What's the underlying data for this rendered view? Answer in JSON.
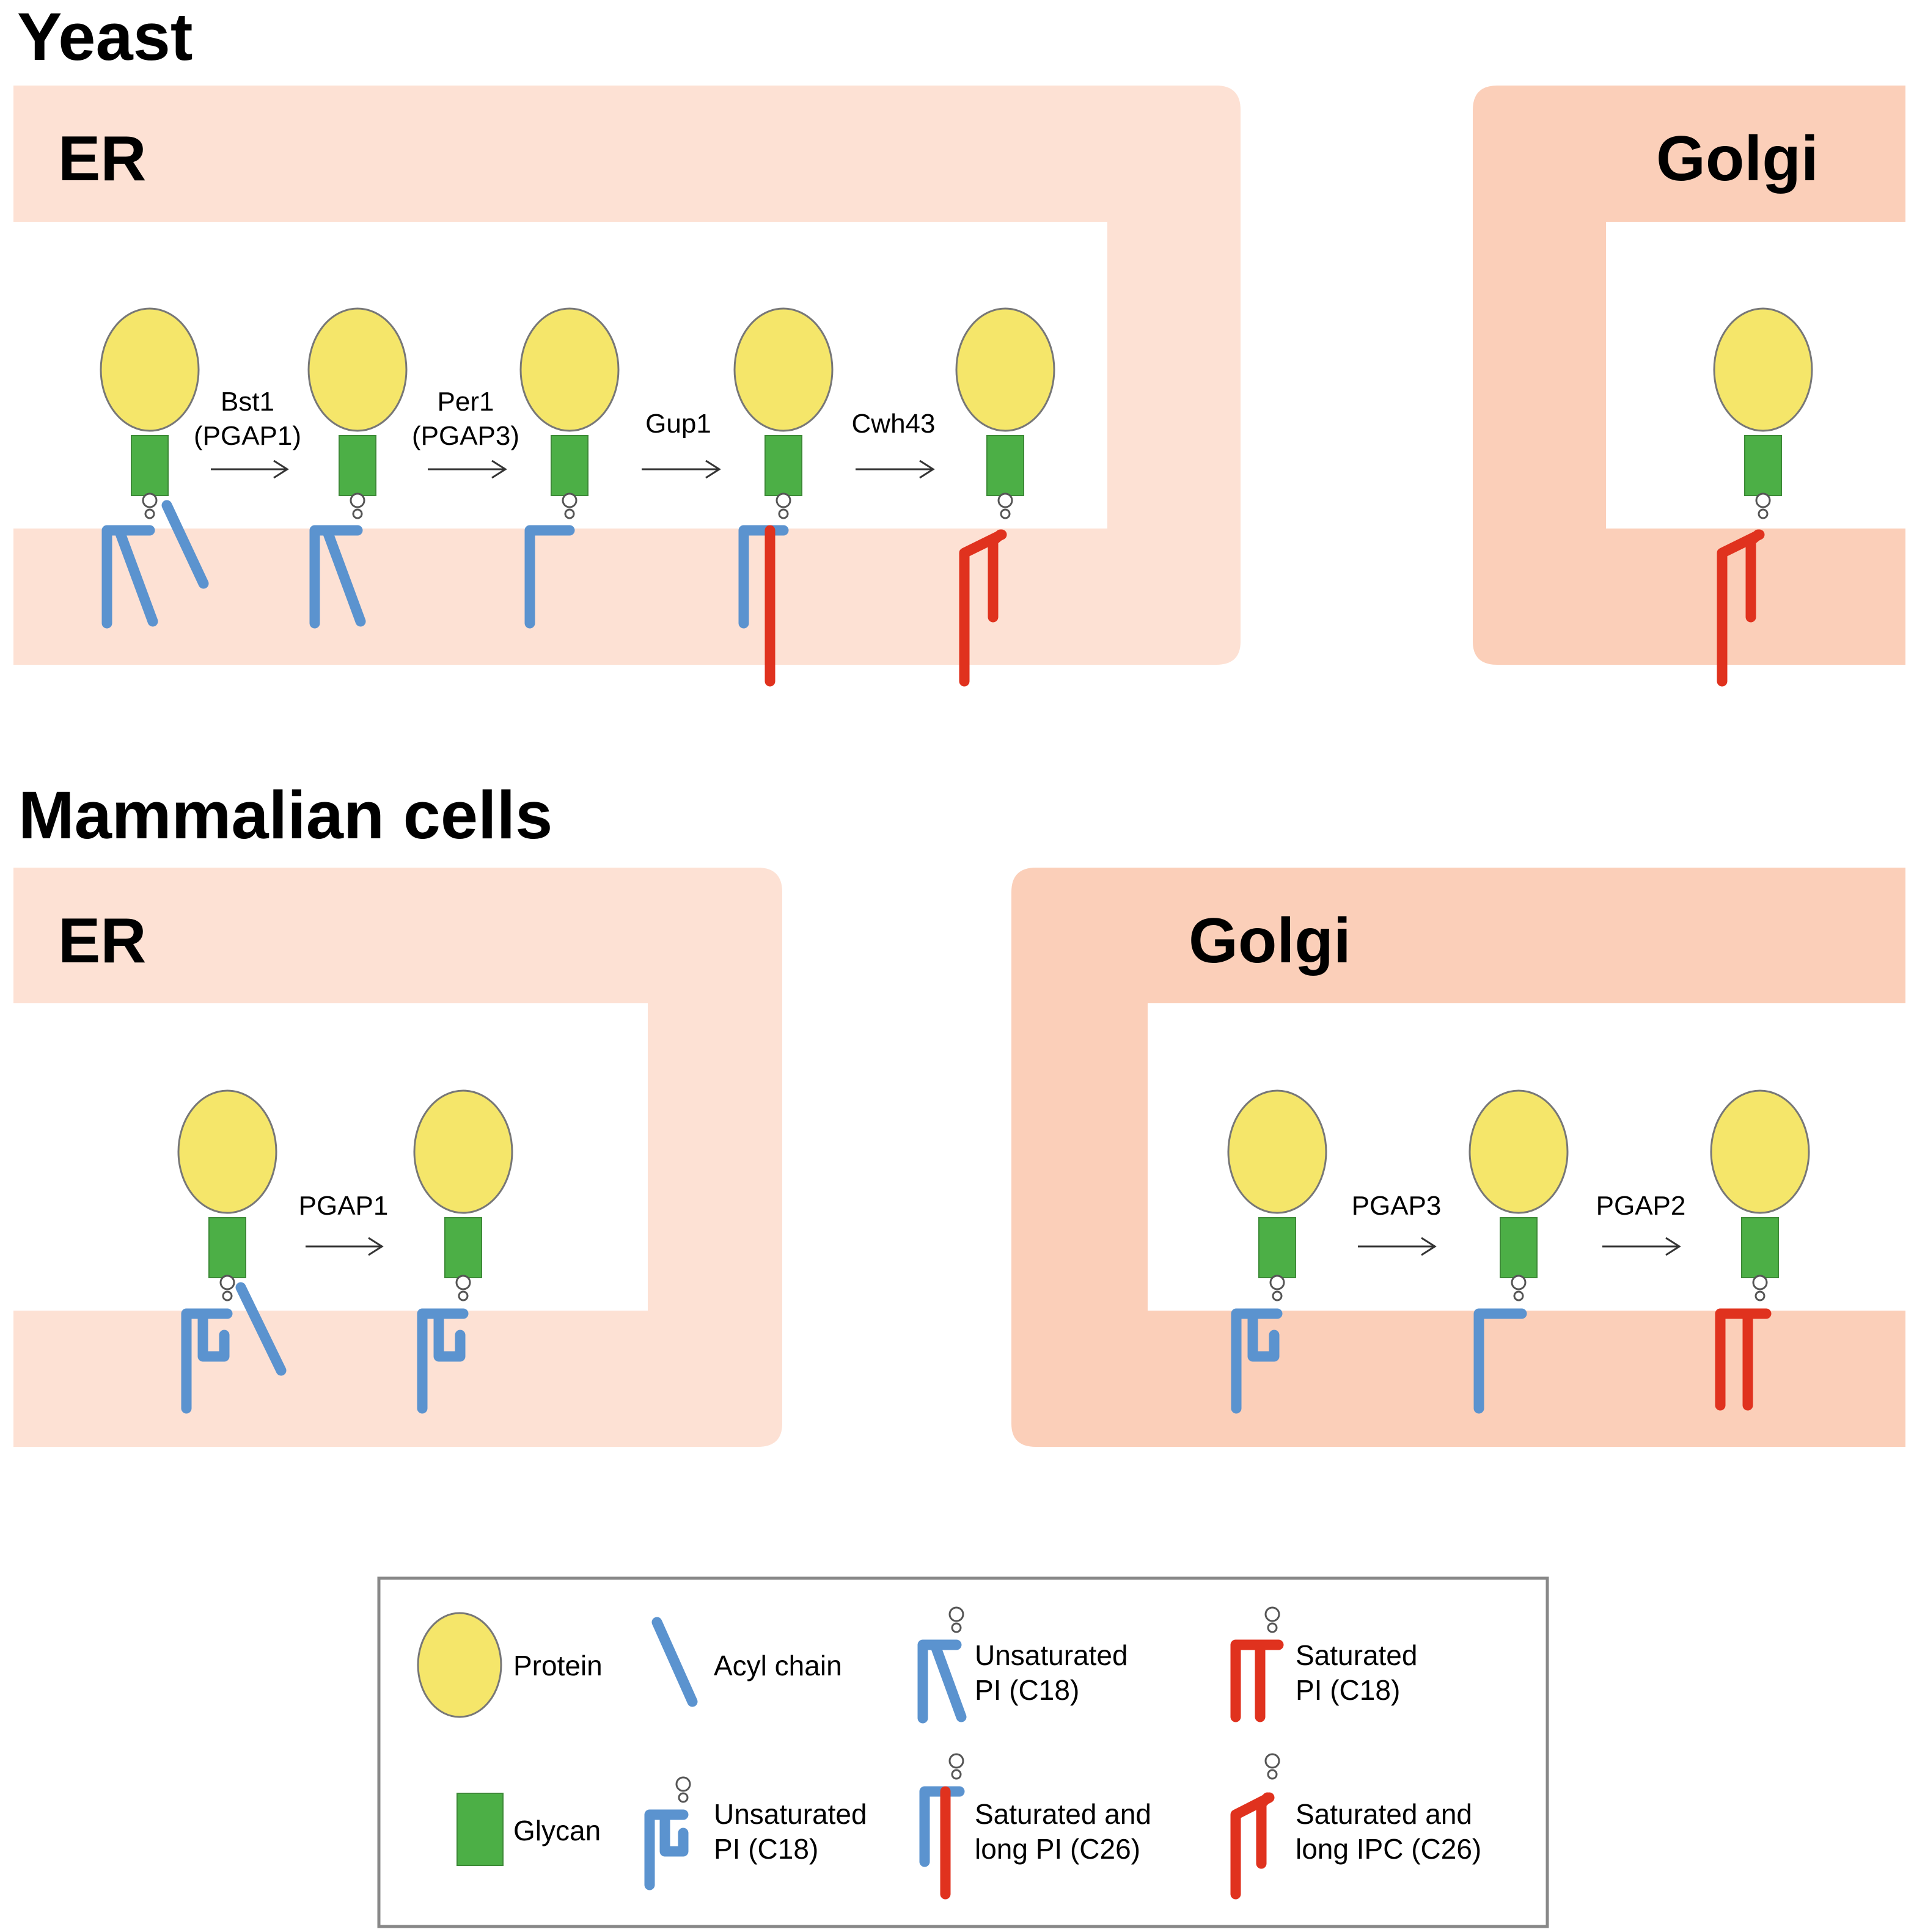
{
  "colors": {
    "er": "#fde1d4",
    "golgi": "#fbcfb9",
    "protein_fill": "#f5e66a",
    "protein_stroke": "#777777",
    "glycan_fill": "#4caf46",
    "glycan_stroke": "#3d8a37",
    "unsaturated": "#5b93cf",
    "saturated": "#e0321e",
    "legend_border": "#888888"
  },
  "yeast": {
    "title": "Yeast",
    "er_label": "ER",
    "golgi_label": "Golgi",
    "steps": [
      {
        "line1": "Bst1",
        "line2": "(PGAP1)"
      },
      {
        "line1": "Per1",
        "line2": "(PGAP3)"
      },
      {
        "line1": "Gup1",
        "line2": ""
      },
      {
        "line1": "Cwh43",
        "line2": ""
      }
    ]
  },
  "mammalian": {
    "title": "Mammalian cells",
    "er_label": "ER",
    "golgi_label": "Golgi",
    "steps": [
      {
        "line1": "PGAP1"
      },
      {
        "line1": "PGAP3"
      },
      {
        "line1": "PGAP2"
      }
    ]
  },
  "legend": {
    "protein": "Protein",
    "glycan": "Glycan",
    "acyl_chain": "Acyl chain",
    "unsat_pi_a": {
      "line1": "Unsaturated",
      "line2": "PI (C18)"
    },
    "unsat_pi_b": {
      "line1": "Unsaturated",
      "line2": "PI (C18)"
    },
    "sat_pi": {
      "line1": "Saturated",
      "line2": "PI (C18)"
    },
    "sat_long_pi": {
      "line1": "Saturated and",
      "line2": "long PI (C26)"
    },
    "sat_long_ipc": {
      "line1": "Saturated and",
      "line2": "long IPC (C26)"
    }
  }
}
